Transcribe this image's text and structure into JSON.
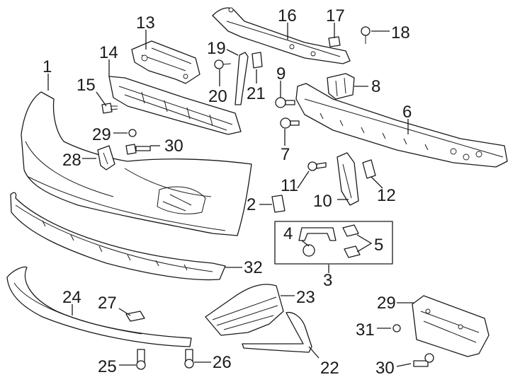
{
  "callouts": [
    {
      "id": "c1",
      "text": "1"
    },
    {
      "id": "c2",
      "text": "2"
    },
    {
      "id": "c3",
      "text": "3"
    },
    {
      "id": "c4",
      "text": "4"
    },
    {
      "id": "c5",
      "text": "5"
    },
    {
      "id": "c6",
      "text": "6"
    },
    {
      "id": "c7",
      "text": "7"
    },
    {
      "id": "c8",
      "text": "8"
    },
    {
      "id": "c9",
      "text": "9"
    },
    {
      "id": "c10",
      "text": "10"
    },
    {
      "id": "c11",
      "text": "11"
    },
    {
      "id": "c12",
      "text": "12"
    },
    {
      "id": "c13",
      "text": "13"
    },
    {
      "id": "c14",
      "text": "14"
    },
    {
      "id": "c15",
      "text": "15"
    },
    {
      "id": "c16",
      "text": "16"
    },
    {
      "id": "c17",
      "text": "17"
    },
    {
      "id": "c18",
      "text": "18"
    },
    {
      "id": "c19",
      "text": "19"
    },
    {
      "id": "c20",
      "text": "20"
    },
    {
      "id": "c21",
      "text": "21"
    },
    {
      "id": "c22",
      "text": "22"
    },
    {
      "id": "c23",
      "text": "23"
    },
    {
      "id": "c24",
      "text": "24"
    },
    {
      "id": "c25",
      "text": "25"
    },
    {
      "id": "c26",
      "text": "26"
    },
    {
      "id": "c27",
      "text": "27"
    },
    {
      "id": "c28",
      "text": "28"
    },
    {
      "id": "c29a",
      "text": "29"
    },
    {
      "id": "c29b",
      "text": "29"
    },
    {
      "id": "c30a",
      "text": "30"
    },
    {
      "id": "c30b",
      "text": "30"
    },
    {
      "id": "c31",
      "text": "31"
    },
    {
      "id": "c32",
      "text": "32"
    }
  ]
}
